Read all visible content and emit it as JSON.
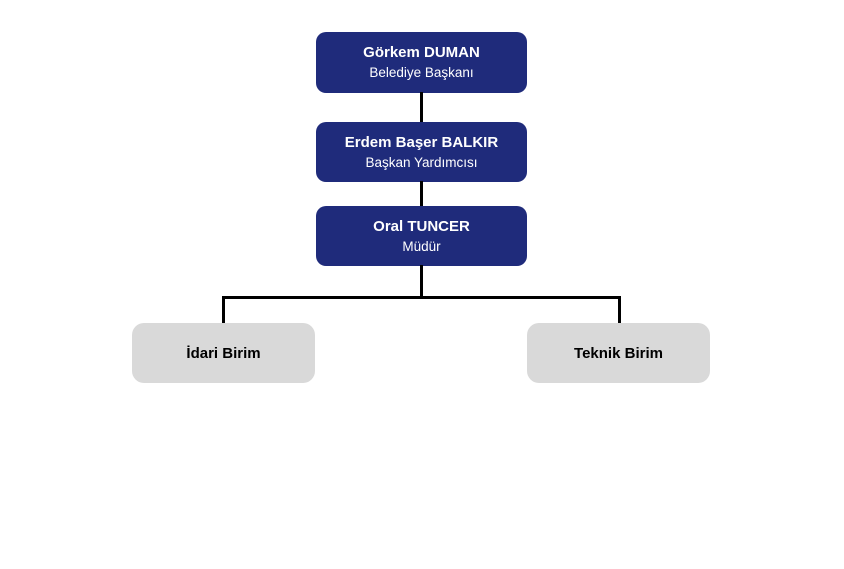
{
  "colors": {
    "canvas_bg": "#FFFFFF",
    "node_primary_bg": "#1F2B7B",
    "node_primary_text": "#FFFFFF",
    "node_secondary_bg": "#D9D9D9",
    "node_secondary_text": "#000000",
    "connector": "#000000"
  },
  "org_chart": {
    "type": "organization-chart",
    "nodes": [
      {
        "id": "belediye-baskani",
        "name": "Görkem DUMAN",
        "title": "Belediye Başkanı",
        "level": 1,
        "reports_to": null
      },
      {
        "id": "baskan-yardimcisi",
        "name": "Erdem Başer BALKIR",
        "title": "Başkan Yardımcısı",
        "level": 2,
        "reports_to": "belediye-baskani"
      },
      {
        "id": "mudur",
        "name": "Oral TUNCER",
        "title": "Müdür",
        "level": 3,
        "reports_to": "baskan-yardimcisi"
      },
      {
        "id": "idari-birim",
        "name": "İdari Birim",
        "title": "",
        "level": 4,
        "reports_to": "mudur"
      },
      {
        "id": "teknik-birim",
        "name": "Teknik Birim",
        "title": "",
        "level": 4,
        "reports_to": "mudur"
      }
    ]
  }
}
